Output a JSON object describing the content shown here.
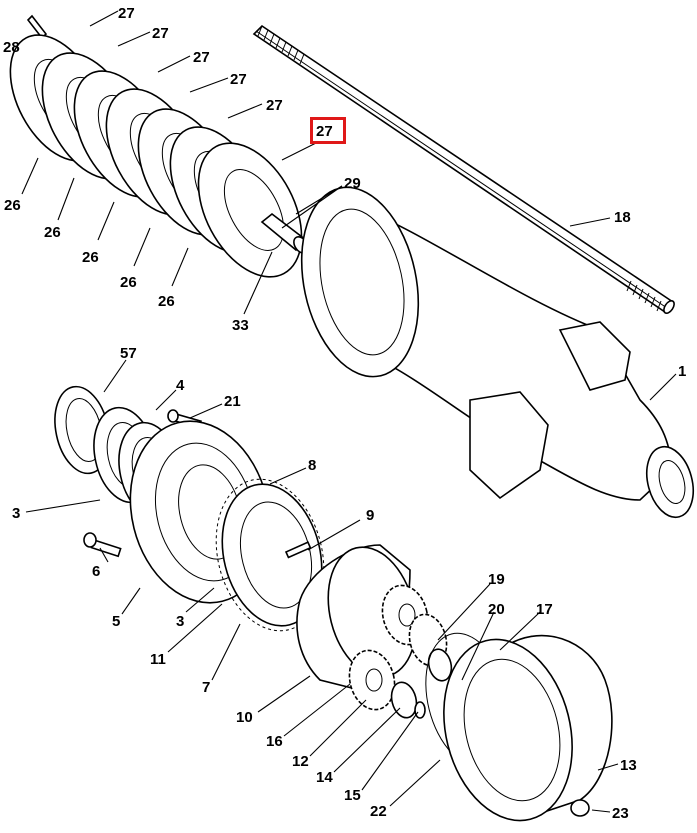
{
  "highlight_color": "#e01818",
  "highlighted_part": "27",
  "callouts": {
    "c27a": "27",
    "c27b": "27",
    "c27c": "27",
    "c27d": "27",
    "c27e": "27",
    "c27f": "27",
    "c28": "28",
    "c29": "29",
    "c18": "18",
    "c26a": "26",
    "c26b": "26",
    "c26c": "26",
    "c26d": "26",
    "c26e": "26",
    "c33": "33",
    "c57": "57",
    "c4": "4",
    "c21": "21",
    "c1": "1",
    "c8": "8",
    "c3a": "3",
    "c9": "9",
    "c6": "6",
    "c5": "5",
    "c3b": "3",
    "c11": "11",
    "c7": "7",
    "c19": "19",
    "c20": "20",
    "c17": "17",
    "c10": "10",
    "c16": "16",
    "c12": "12",
    "c14": "14",
    "c15": "15",
    "c22": "22",
    "c13": "13",
    "c23": "23"
  }
}
